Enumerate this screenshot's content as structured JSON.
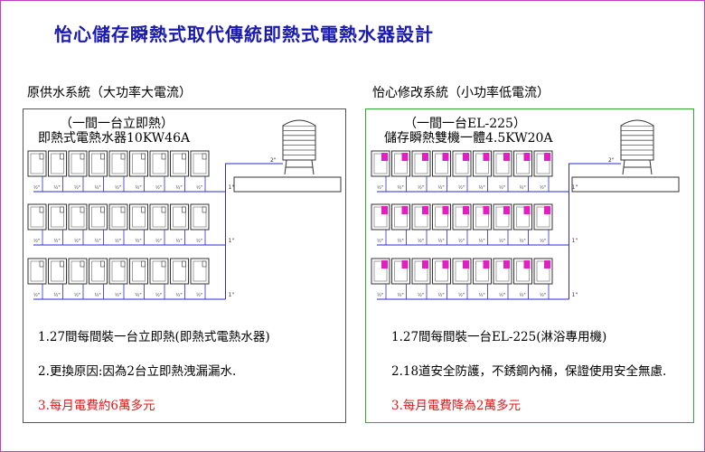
{
  "title": "怡心儲存瞬熱式取代傳統即熱式電熱水器設計",
  "left": {
    "system_label": "原供水系統（大功率大電流）",
    "model_line1": "（一間一台立即熱）",
    "model_line2": "即熱式電熱水器10KW46A",
    "notes": [
      "1.27間每間裝一台立即熱(即熱式電熱水器)",
      "2.更換原因:因為2台立即熱洩漏漏水.",
      "3.每月電費約6萬多元"
    ],
    "pipe_label_top": "2\"",
    "pipe_label_branch": "1\"",
    "pipe_label_unit": "½\""
  },
  "right": {
    "system_label": "怡心修改系統（小功率低電流）",
    "model_line1": "（一間一台EL-225）",
    "model_line2": "儲存瞬熱雙機一體4.5KW20A",
    "notes": [
      "1.27間每間裝一台EL-225(淋浴專用機)",
      "2.18道安全防護，不銹鋼內桶，保證使用安全無慮.",
      "3.每月電費降為2萬多元"
    ],
    "pipe_label_top": "2\"",
    "pipe_label_branch": "1\"",
    "pipe_label_unit": "½\""
  },
  "colors": {
    "title": "#1a1ab0",
    "highlight_red": "#e01818",
    "heater_top_magenta": "#e020c0",
    "pipe_blue": "#2a2ad0",
    "right_panel_border": "#33aa33"
  },
  "icons": [
    "water-tank-icon",
    "water-heater-icon"
  ]
}
